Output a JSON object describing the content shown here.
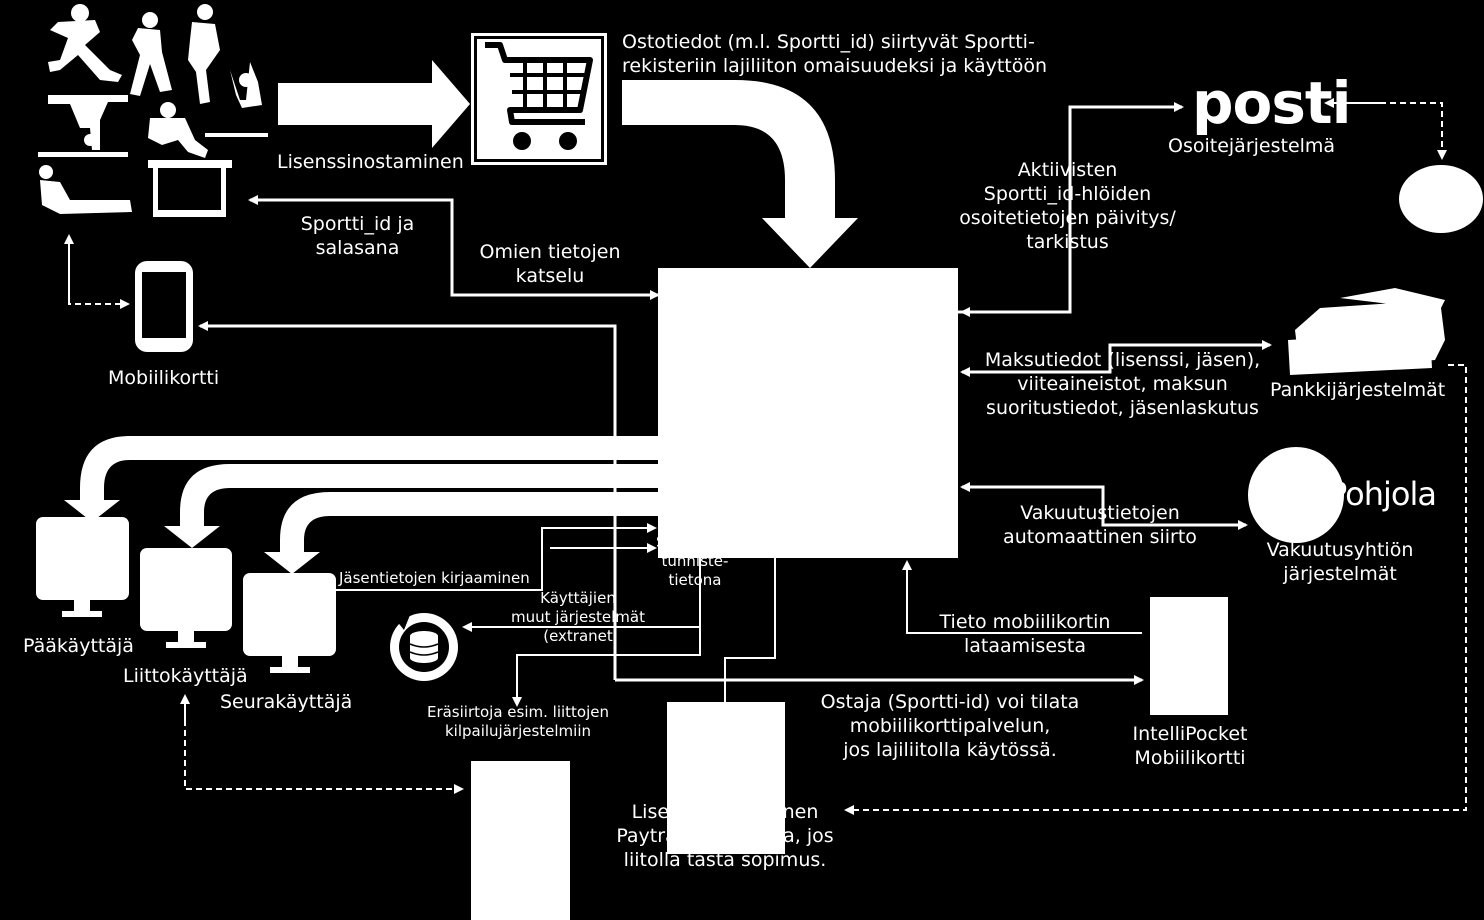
{
  "labels": {
    "license_purchase": "Lisenssinostaminen",
    "purchase_data_transfer": [
      "Ostotiedot (m.l. Sportti_id) siirtyvät Sportti-",
      "rekisteriin lajiliiton omaisuudeksi ja käyttöön"
    ],
    "posti_logo": "posti",
    "address_system": "Osoitejärjestelmä",
    "address_update": [
      "Aktiivisten",
      "Sportti_id-hlöiden",
      "osoitetietojen päivitys/",
      "tarkistus"
    ],
    "sportti_id_password": [
      "Sportti_id ja",
      "salasana"
    ],
    "own_data_view": [
      "Omien tietojen",
      "katselu"
    ],
    "mobile_card": "Mobiilikortti",
    "payment_data": [
      "Maksutiedot (lisenssi, jäsen),",
      "viiteaineistot,  maksun",
      "suoritustiedot, jäsenlaskutus"
    ],
    "bank_systems": "Pankkijärjestelmät",
    "pohjola_logo": "Pohjola",
    "insurance_transfer": [
      "Vakuutustietojen",
      "automaattinen siirto"
    ],
    "insurance_systems": [
      "Vakuutusyhtiön",
      "järjestelmät"
    ],
    "member_entry": "Jäsentietojen kirjaaminen",
    "identifier_fragment": [
      "S",
      "tunniste-",
      "tietona"
    ],
    "users_other_systems": [
      "Käyttäjien",
      "muut järjestelmät",
      "(extranet"
    ],
    "main_user": "Pääkäyttäjä",
    "federation_user": "Liittokäyttäjä",
    "club_user": "Seurakäyttäjä",
    "mobile_download_info": [
      "Tieto mobiilikortin",
      "lataamisesta"
    ],
    "buyer_mobile_order": [
      "Ostaja (Sportti-id)  voi tilata",
      "mobiilikorttipalvelun,",
      "jos lajiliitolla käytössä."
    ],
    "intellipocket": [
      "IntelliPocket",
      "Mobiilikortti"
    ],
    "batch_transfers": [
      "Eräsiirtoja esim. liittojen",
      "kilpailujärjestelmiin"
    ],
    "paytrail_purchase": [
      "Lisenssinostaminen",
      "Paytrail-palvelussa, jos",
      "liitolla tästä sopimus."
    ]
  },
  "icons": [
    "athletes-icon",
    "shopping-cart-icon",
    "mobile-phone-icon",
    "monitor-icon",
    "database-sync-icon",
    "bank-stack-icon",
    "posti-logo",
    "pohjola-logo"
  ]
}
